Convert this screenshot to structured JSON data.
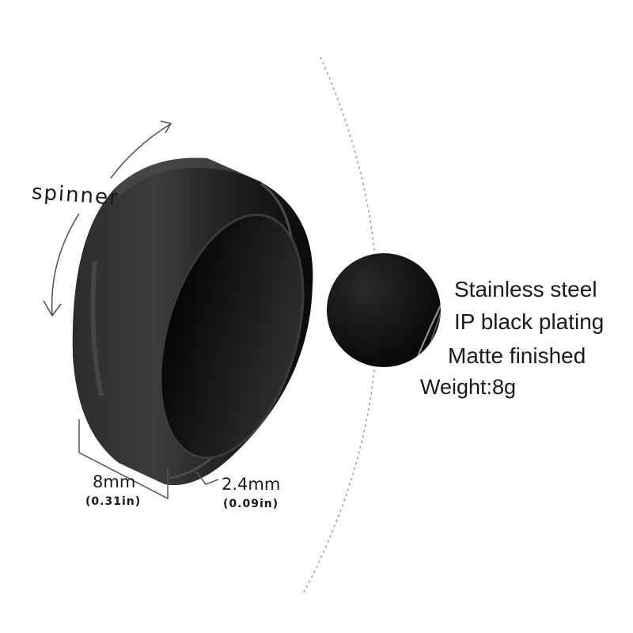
{
  "spinner_label": "spinner",
  "features": [
    "Stainless steel",
    "IP black plating",
    "Matte finished",
    "Weight:8g"
  ],
  "width_mm": "8mm",
  "width_in": "(0.31in)",
  "edge_mm": "2.4mm",
  "edge_in": "(0.09in)",
  "colors": {
    "ring": "#141414",
    "text": "#1a1a1a",
    "guide": "#9a9a9a"
  }
}
